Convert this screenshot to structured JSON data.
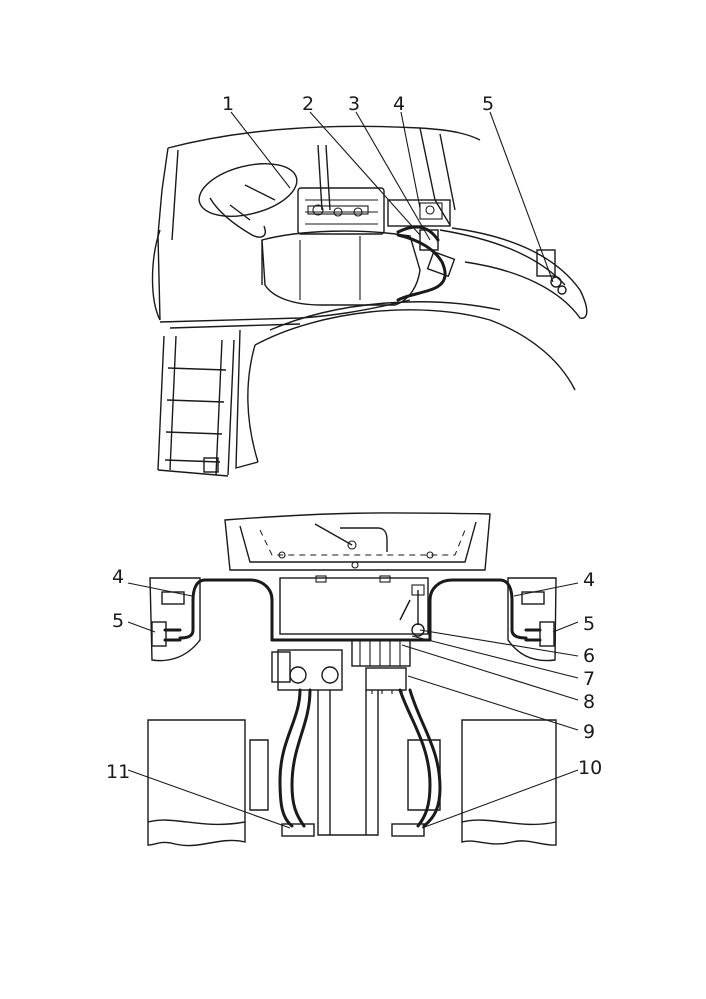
{
  "callouts_top": [
    {
      "id": "1",
      "text": "1"
    },
    {
      "id": "2",
      "text": "2"
    },
    {
      "id": "3",
      "text": "3"
    },
    {
      "id": "4",
      "text": "4"
    },
    {
      "id": "5",
      "text": "5"
    }
  ],
  "callouts_bottom": [
    {
      "id": "4l",
      "text": "4"
    },
    {
      "id": "4r",
      "text": "4"
    },
    {
      "id": "5l",
      "text": "5"
    },
    {
      "id": "5r",
      "text": "5"
    },
    {
      "id": "6",
      "text": "6"
    },
    {
      "id": "7",
      "text": "7"
    },
    {
      "id": "8",
      "text": "8"
    },
    {
      "id": "9",
      "text": "9"
    },
    {
      "id": "10",
      "text": "10"
    },
    {
      "id": "11",
      "text": "11"
    }
  ]
}
